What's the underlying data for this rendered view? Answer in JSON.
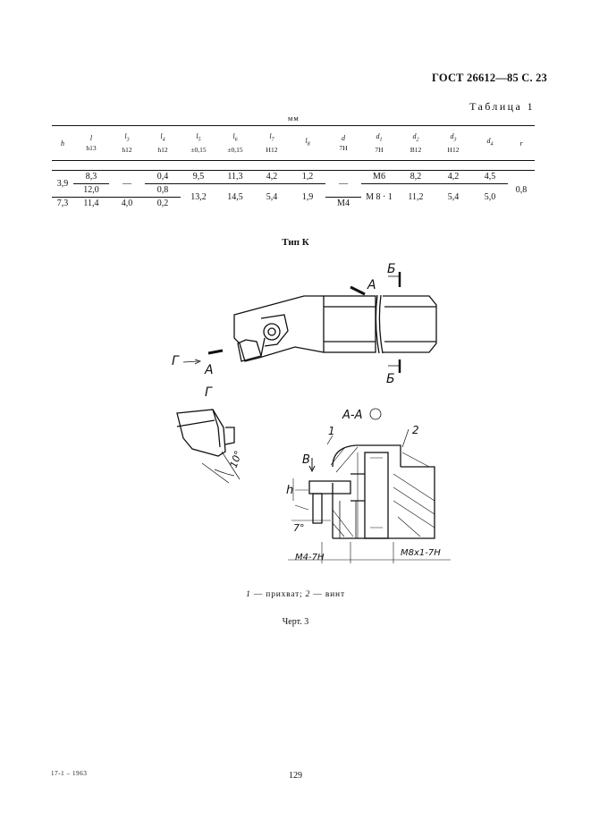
{
  "header": {
    "title": "ГОСТ 26612—85 С. 23"
  },
  "table": {
    "label": "Таблица 1",
    "units": "мм",
    "columns": [
      {
        "sym": "h",
        "sub": "",
        "tol": ""
      },
      {
        "sym": "l",
        "sub": "",
        "tol": "h13"
      },
      {
        "sym": "l",
        "sub": "3",
        "tol": "h12"
      },
      {
        "sym": "l",
        "sub": "4",
        "tol": "h12"
      },
      {
        "sym": "l",
        "sub": "5",
        "tol": "±0,15"
      },
      {
        "sym": "l",
        "sub": "6",
        "tol": "±0,15"
      },
      {
        "sym": "l",
        "sub": "7",
        "tol": "H12"
      },
      {
        "sym": "l",
        "sub": "8",
        "tol": ""
      },
      {
        "sym": "d",
        "sub": "",
        "tol": "7H"
      },
      {
        "sym": "d",
        "sub": "1",
        "tol": "7H"
      },
      {
        "sym": "d",
        "sub": "2",
        "tol": "B12"
      },
      {
        "sym": "d",
        "sub": "3",
        "tol": "H12"
      },
      {
        "sym": "d",
        "sub": "4",
        "tol": ""
      },
      {
        "sym": "r",
        "sub": "",
        "tol": ""
      }
    ],
    "cells": {
      "h_a": "3,9",
      "h_b": "7,3",
      "l_1": "8,3",
      "l_2": "12,0",
      "l_3": "11,4",
      "l3_a": "—",
      "l3_b": "4,0",
      "l4_1": "0,4",
      "l4_2": "0,8",
      "l4_3": "0,2",
      "l5_a": "9,5",
      "l5_b": "13,2",
      "l6_a": "11,3",
      "l6_b": "14,5",
      "l7_a": "4,2",
      "l7_b": "5,4",
      "l8_a": "1,2",
      "l8_b": "1,9",
      "d_a": "—",
      "d_b": "M4",
      "d1_a": "M6",
      "d1_b": "M 8 · 1",
      "d2_a": "8,2",
      "d2_b": "11,2",
      "d3_a": "4,2",
      "d3_b": "5,4",
      "d4_a": "4,5",
      "d4_b": "5,0",
      "r": "0,8"
    }
  },
  "figure": {
    "title": "Тип К",
    "labels": {
      "A1": "A",
      "A2": "A",
      "B1": "Б",
      "B2": "Б",
      "G1": "Г",
      "G2": "Г",
      "section": "А-А",
      "one": "1",
      "two": "2",
      "V": "В",
      "h": "h",
      "angle10": "10°",
      "angle7": "7°",
      "m4": "М4-7Н",
      "m8": "М8х1-7Н"
    },
    "caption_1": "1",
    "caption_1_text": " — прихват; ",
    "caption_2": "2",
    "caption_2_text": " — винт",
    "chert": "Черт. 3"
  },
  "footer": {
    "left": "17-1 – 1963",
    "page": "129"
  }
}
